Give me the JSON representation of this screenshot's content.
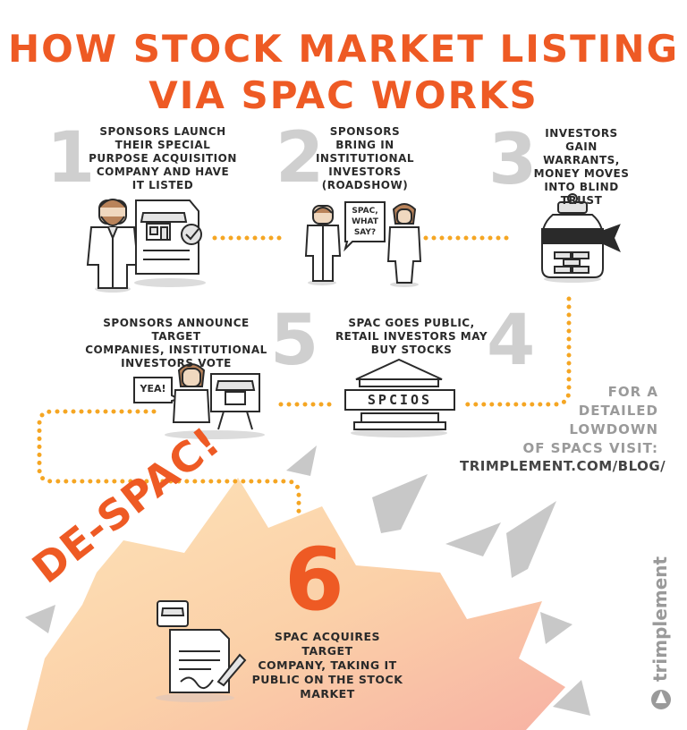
{
  "title": {
    "line1": "HOW STOCK MARKET LISTING",
    "line2": "VIA SPAC WORKS"
  },
  "steps": [
    {
      "number": "1",
      "caption": [
        "SPONSORS LAUNCH",
        "THEIR SPECIAL",
        "PURPOSE ACQUISITION",
        "COMPANY AND HAVE",
        "IT LISTED"
      ]
    },
    {
      "number": "2",
      "caption": [
        "SPONSORS",
        "BRING IN",
        "INSTITUTIONAL",
        "INVESTORS",
        "(ROADSHOW)"
      ]
    },
    {
      "number": "3",
      "caption": [
        "INVESTORS GAIN",
        "WARRANTS,",
        "MONEY MOVES",
        "INTO BLIND",
        "TRUST"
      ]
    },
    {
      "number": "4",
      "caption": [
        "SPAC GOES PUBLIC,",
        "RETAIL INVESTORS MAY",
        "BUY STOCKS"
      ]
    },
    {
      "number": "5",
      "caption": [
        "SPONSORS ANNOUNCE TARGET",
        "COMPANIES, INSTITUTIONAL",
        "INVESTORS VOTE"
      ]
    },
    {
      "number": "6",
      "caption": [
        "SPAC ACQUIRES TARGET",
        "COMPANY, TAKING IT",
        "PUBLIC ON THE STOCK",
        "MARKET"
      ]
    }
  ],
  "speech": {
    "roadshow": [
      "SPAC,",
      "WHAT",
      "SAY?"
    ],
    "vote": "YEA!"
  },
  "building_sign": "SPCIOS",
  "despac": "DE-SPAC!",
  "side_note": {
    "lines": [
      "FOR A",
      "DETAILED",
      "LOWDOWN",
      "OF SPACS VISIT:"
    ],
    "url": "TRIMPLEMENT.COM/BLOG/"
  },
  "brand": "trimplement",
  "colors": {
    "accent": "#ee5a24",
    "dots": "#f5a623",
    "numbers": "#cfcfcf",
    "ink": "#2a2a2a",
    "shards": "#c8c8c8"
  }
}
